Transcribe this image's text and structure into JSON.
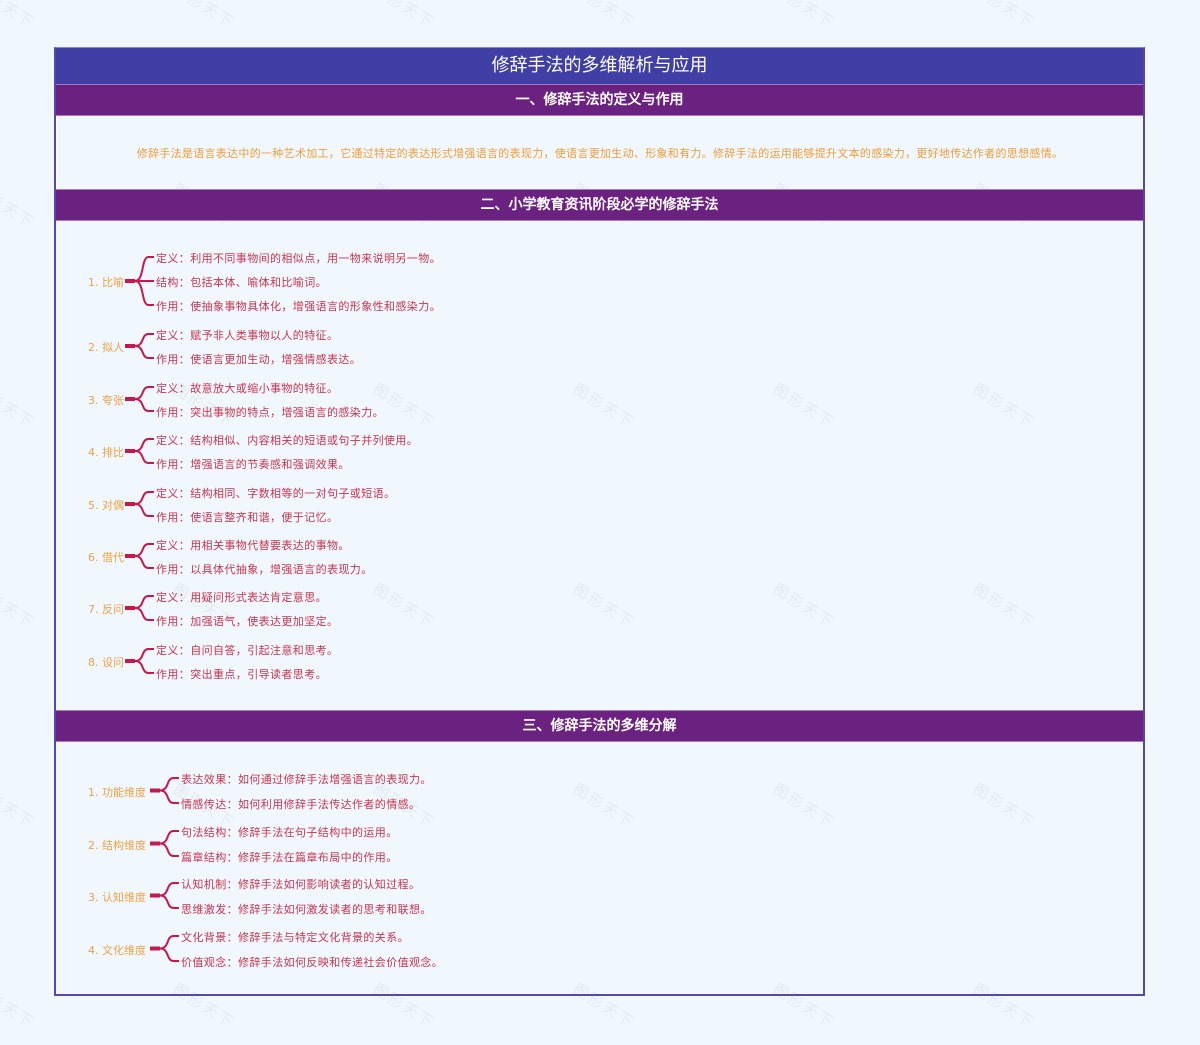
{
  "title": "修辞手法的多维解析与应用",
  "colors": {
    "title_bar": "#3f3fa5",
    "section_header": "#6b2180",
    "frame_border": "#5747a6",
    "background": "#f1f8fd",
    "group_label": "#eea247",
    "child_text": "#c8344f",
    "brace": "#c8174a"
  },
  "watermark_text": "图形天下",
  "sections": [
    {
      "heading": "一、修辞手法的定义与作用",
      "body": "修辞手法是语言表达中的一种艺术加工，它通过特定的表达形式增强语言的表现力，使语言更加生动、形象和有力。修辞手法的运用能够提升文本的感染力，更好地传达作者的思想感情。"
    },
    {
      "heading": "二、小学教育资讯阶段必学的修辞手法",
      "groups": [
        {
          "label": "1. 比喻",
          "children": [
            "定义：利用不同事物间的相似点，用一物来说明另一物。",
            "结构：包括本体、喻体和比喻词。",
            "作用：使抽象事物具体化，增强语言的形象性和感染力。"
          ]
        },
        {
          "label": "2. 拟人",
          "children": [
            "定义：赋予非人类事物以人的特征。",
            "作用：使语言更加生动，增强情感表达。"
          ]
        },
        {
          "label": "3. 夸张",
          "children": [
            "定义：故意放大或缩小事物的特征。",
            "作用：突出事物的特点，增强语言的感染力。"
          ]
        },
        {
          "label": "4. 排比",
          "children": [
            "定义：结构相似、内容相关的短语或句子并列使用。",
            "作用：增强语言的节奏感和强调效果。"
          ]
        },
        {
          "label": "5. 对偶",
          "children": [
            "定义：结构相同、字数相等的一对句子或短语。",
            "作用：使语言整齐和谐，便于记忆。"
          ]
        },
        {
          "label": "6. 借代",
          "children": [
            "定义：用相关事物代替要表达的事物。",
            "作用：以具体代抽象，增强语言的表现力。"
          ]
        },
        {
          "label": "7. 反问",
          "children": [
            "定义：用疑问形式表达肯定意思。",
            "作用：加强语气，使表达更加坚定。"
          ]
        },
        {
          "label": "8. 设问",
          "children": [
            "定义：自问自答，引起注意和思考。",
            "作用：突出重点，引导读者思考。"
          ]
        }
      ]
    },
    {
      "heading": "三、修辞手法的多维分解",
      "groups": [
        {
          "label": "1. 功能维度",
          "children": [
            "表达效果：如何通过修辞手法增强语言的表现力。",
            "情感传达：如何利用修辞手法传达作者的情感。"
          ]
        },
        {
          "label": "2. 结构维度",
          "children": [
            "句法结构：修辞手法在句子结构中的运用。",
            "篇章结构：修辞手法在篇章布局中的作用。"
          ]
        },
        {
          "label": "3. 认知维度",
          "children": [
            "认知机制：修辞手法如何影响读者的认知过程。",
            "思维激发：修辞手法如何激发读者的思考和联想。"
          ]
        },
        {
          "label": "4. 文化维度",
          "children": [
            "文化背景：修辞手法与特定文化背景的关系。",
            "价值观念：修辞手法如何反映和传递社会价值观念。"
          ]
        }
      ]
    }
  ]
}
